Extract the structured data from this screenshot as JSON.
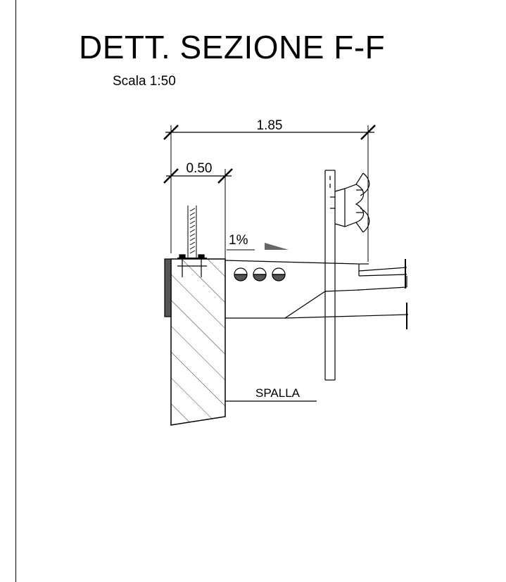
{
  "drawing": {
    "title": "DETT. SEZIONE F-F",
    "scale": "Scala 1:50",
    "dimensions": {
      "overall": "1.85",
      "partial": "0.50"
    },
    "slope_label": "1%",
    "callout_label": "SPALLA"
  }
}
